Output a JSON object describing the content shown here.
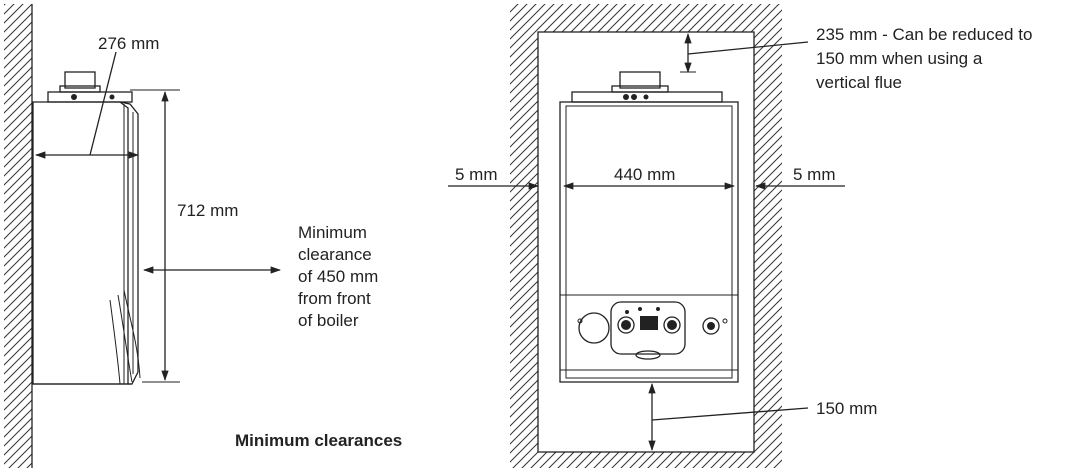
{
  "caption": "Minimum clearances",
  "side_view": {
    "depth_label": "276 mm",
    "height_label": "712 mm",
    "front_clearance_lines": [
      "Minimum",
      "clearance",
      "of 450 mm",
      "from front",
      "of boiler"
    ]
  },
  "front_view": {
    "top_clearance_lines": [
      "235 mm - Can be reduced to",
      "150 mm when using a",
      "vertical flue"
    ],
    "width_label": "440 mm",
    "left_gap_label": "5 mm",
    "right_gap_label": "5 mm",
    "bottom_clearance_label": "150 mm"
  }
}
